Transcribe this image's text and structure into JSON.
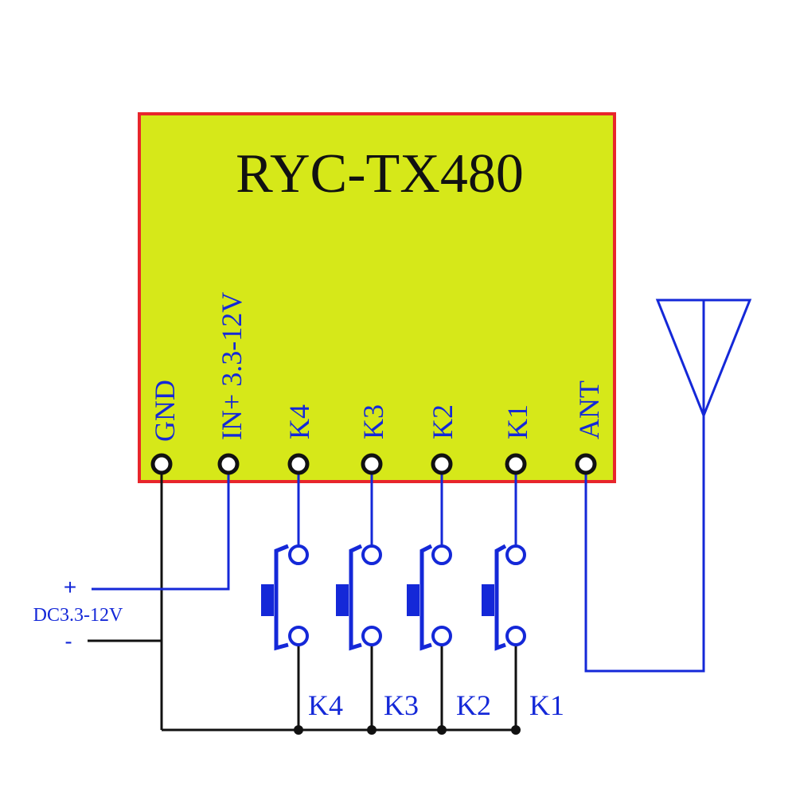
{
  "module": {
    "title": "RYC-TX480",
    "fill_color": "#d6e819",
    "border_color": "#e8262b"
  },
  "pins": [
    {
      "id": "gnd",
      "label": "GND"
    },
    {
      "id": "in",
      "label": "IN+ 3.3-12V"
    },
    {
      "id": "k4",
      "label": "K4"
    },
    {
      "id": "k3",
      "label": "K3"
    },
    {
      "id": "k2",
      "label": "K2"
    },
    {
      "id": "k1",
      "label": "K1"
    },
    {
      "id": "ant",
      "label": "ANT"
    }
  ],
  "power": {
    "plus": "+",
    "minus": "-",
    "label": "DC3.3-12V"
  },
  "buttons": [
    {
      "id": "k4",
      "label": "K4"
    },
    {
      "id": "k3",
      "label": "K3"
    },
    {
      "id": "k2",
      "label": "K2"
    },
    {
      "id": "k1",
      "label": "K1"
    }
  ],
  "colors": {
    "wire_blue": "#1428d8",
    "wire_black": "#111111",
    "text_black": "#111111"
  }
}
